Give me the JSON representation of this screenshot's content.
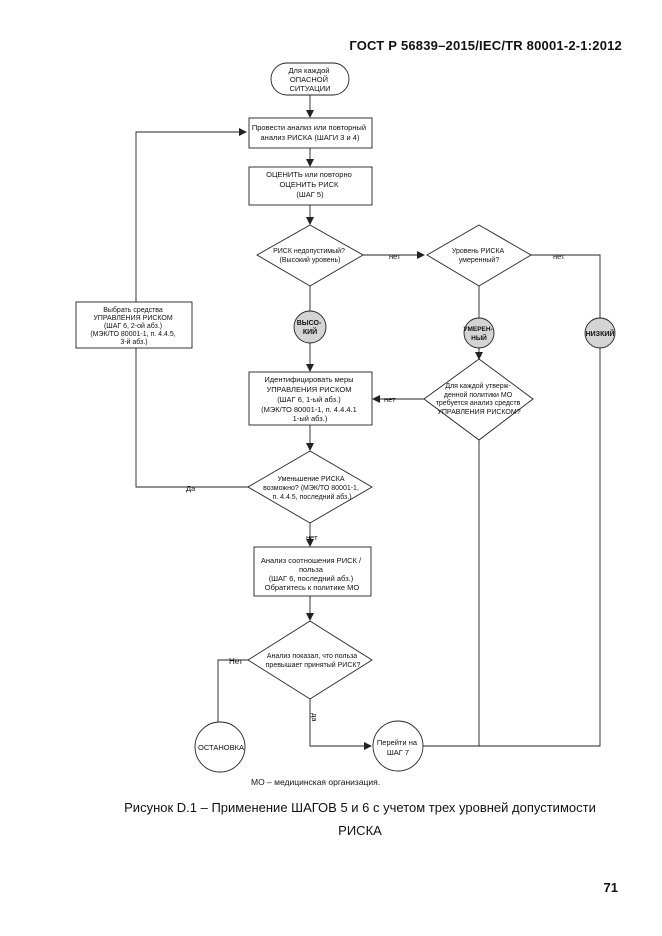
{
  "header": {
    "standard_title": "ГОСТ Р 56839–2015/IEC/TR 80001-2-1:2012"
  },
  "flowchart": {
    "start": [
      "Для каждой",
      "ОПАСНОЙ",
      "СИТУАЦИИ"
    ],
    "analyze": [
      "Провести анализ или повторный",
      "анализ РИСКА (ШАГИ 3 и 4)"
    ],
    "evaluate": [
      "ОЦЕНИТЬ или повторно",
      "ОЦЕНИТЬ РИСК",
      "(ШАГ 5)"
    ],
    "decision_unacceptable": [
      "РИСК недопустимый?",
      "(Высокий уровень)"
    ],
    "decision_moderate": [
      "Уровень РИСКА",
      "умеренный?"
    ],
    "select_controls": [
      "Выбрать средства",
      "УПРАВЛЕНИЯ РИСКОМ",
      "(ШАГ 6, 2-ой абз.)",
      "(МЭК/ТО 80001-1, п. 4.4.5,",
      "3-й абз.)"
    ],
    "level_high": [
      "ВЫСО-",
      "КИЙ"
    ],
    "level_moderate": [
      "УМЕРЕН-",
      "НЫЙ"
    ],
    "level_low": "НИЗКИЙ",
    "identify_measures": [
      "Идентифицировать меры",
      "УПРАВЛЕНИЯ РИСКОМ",
      "(ШАГ 6, 1-ый абз.)",
      "(МЭК/ТО 80001-1, п. 4.4.4.1",
      "1-ый абз.)"
    ],
    "decision_policy": [
      "Для каждой утверж-",
      "денной политики МО",
      "требуется анализ средств",
      "УПРАВЛЕНИЯ РИСКОМ?"
    ],
    "decision_reduction": [
      "Уменьшение РИСКА",
      "возможно? (МЭК/ТО 80001-1,",
      "п. 4.4.5, последний абз.)"
    ],
    "benefit_analysis": [
      "Анализ соотношения РИСК /",
      "польза",
      "(ШАГ 6, последний абз.)",
      "Обратитесь к политике МО"
    ],
    "decision_benefit": [
      "Анализ показал, что польза",
      "превышает принятый РИСК?"
    ],
    "stop": "ОСТАНОВКА",
    "goto": [
      "Перейти на",
      "ШАГ 7"
    ],
    "label_no": "нет",
    "label_yes": "Да",
    "label_no_cap": "Нет",
    "label_yes_lower": "да"
  },
  "footnote": "МО – медицинская организация.",
  "caption": {
    "line1": "Рисунок D.1 – Применение ШАГОВ 5 и 6 с учетом трех уровней допустимости",
    "line2": "РИСКА"
  },
  "page_number": "71"
}
